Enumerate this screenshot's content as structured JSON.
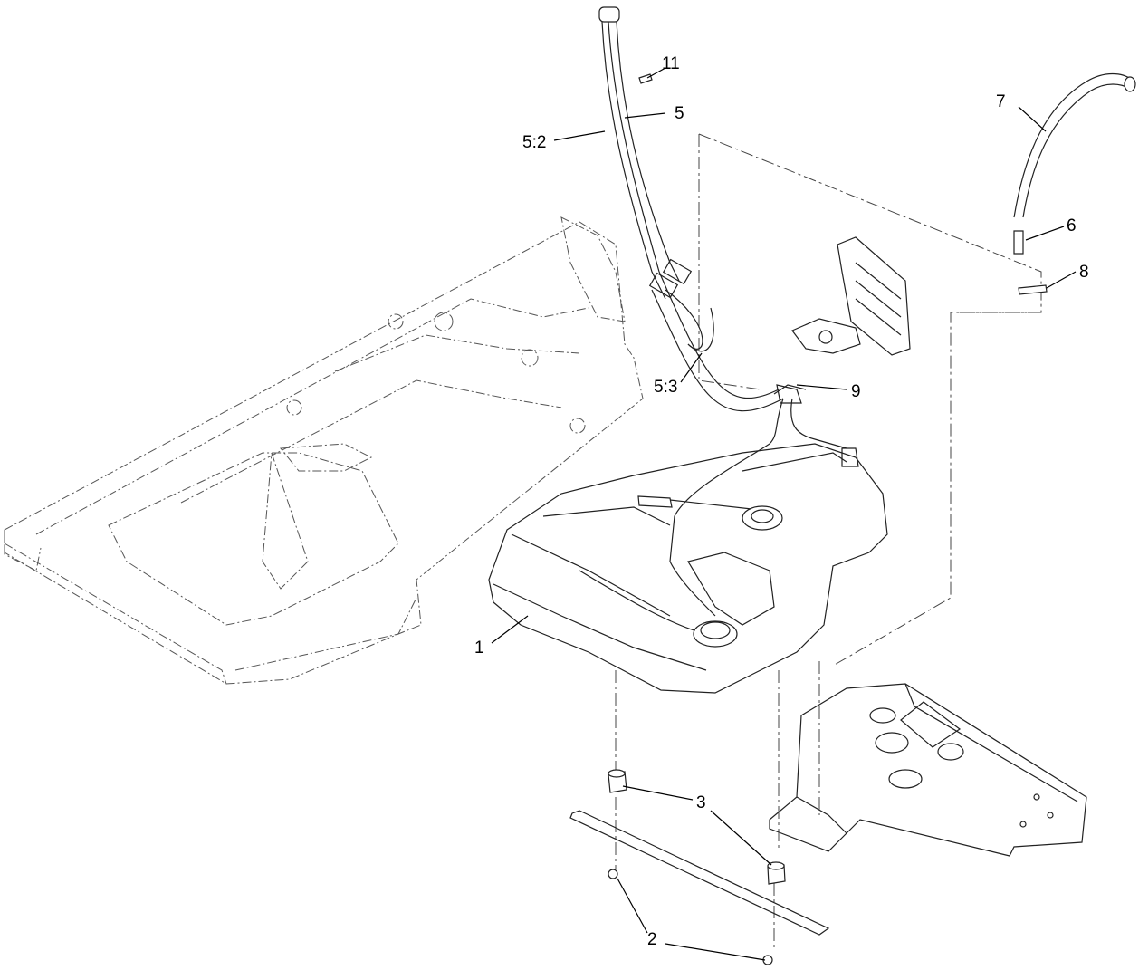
{
  "callouts": {
    "c1": "1",
    "c2": "2",
    "c3": "3",
    "c5": "5",
    "c52": "5:2",
    "c53": "5:3",
    "c6": "6",
    "c7": "7",
    "c8": "8",
    "c9": "9",
    "c11": "11"
  }
}
